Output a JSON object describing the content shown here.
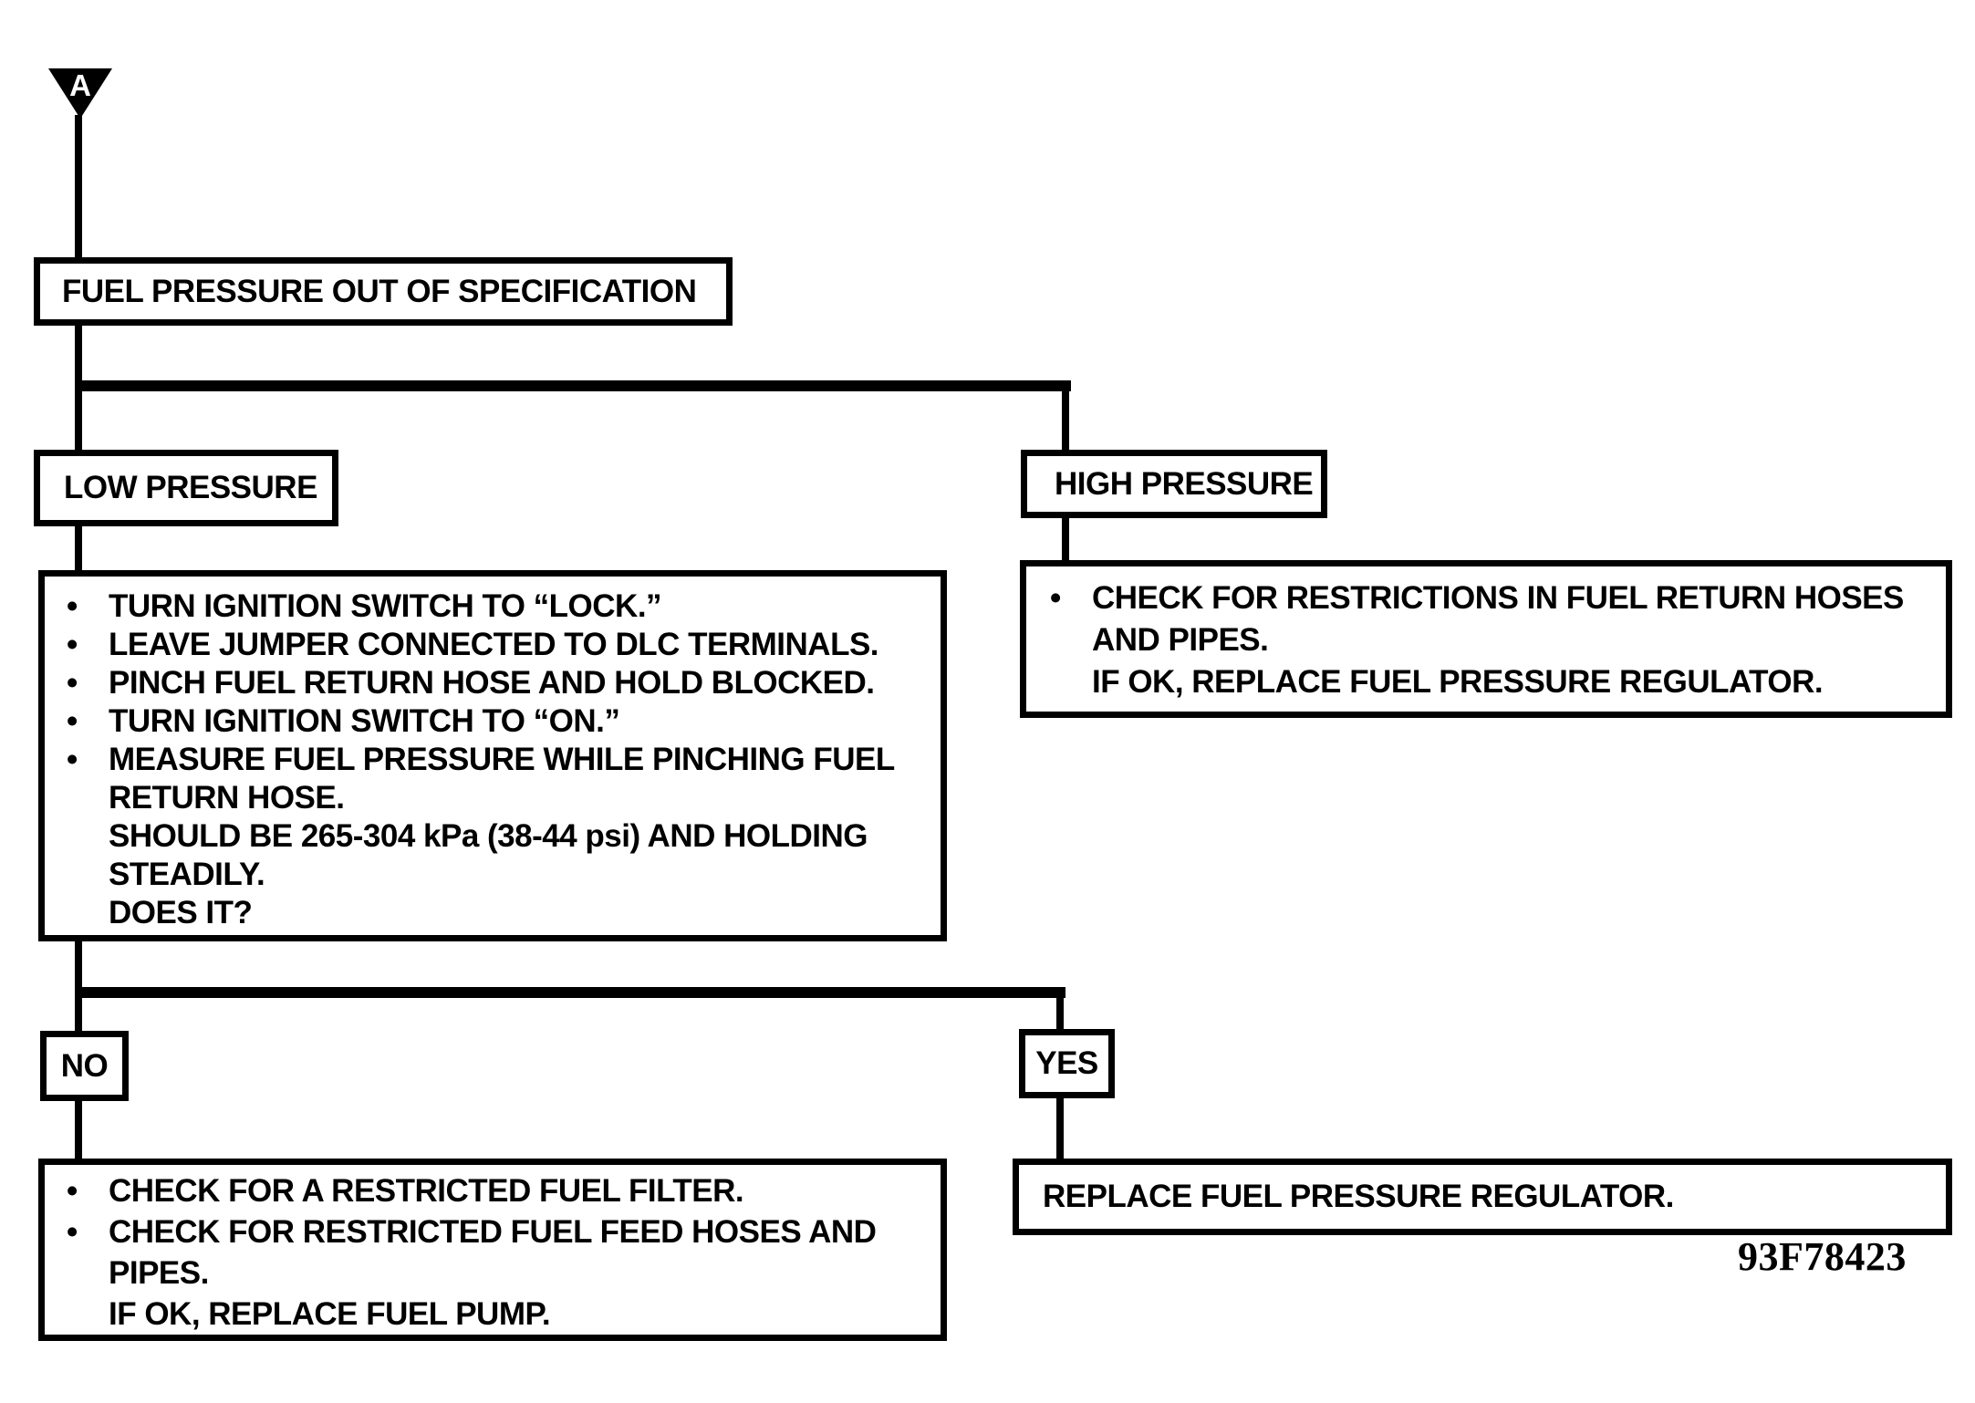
{
  "connector": {
    "label": "A"
  },
  "figure_code": "93F78423",
  "nodes": {
    "root": {
      "label": "FUEL PRESSURE OUT OF SPECIFICATION"
    },
    "low_branch": {
      "label": "LOW PRESSURE"
    },
    "high_branch": {
      "label": "HIGH PRESSURE"
    },
    "low_steps": {
      "lines": [
        {
          "bullet": "•",
          "text": "TURN IGNITION SWITCH TO “LOCK.”"
        },
        {
          "bullet": "•",
          "text": "LEAVE JUMPER CONNECTED TO DLC TERMINALS."
        },
        {
          "bullet": "•",
          "text": "PINCH FUEL RETURN HOSE AND HOLD BLOCKED."
        },
        {
          "bullet": "•",
          "text": "TURN IGNITION SWITCH TO “ON.”"
        },
        {
          "bullet": "•",
          "text": "MEASURE FUEL PRESSURE WHILE PINCHING FUEL"
        },
        {
          "bullet": "",
          "text": "RETURN HOSE."
        },
        {
          "bullet": "",
          "text": "SHOULD BE 265-304 kPa (38-44 psi) AND HOLDING"
        },
        {
          "bullet": "",
          "text": "STEADILY."
        },
        {
          "bullet": "",
          "text": "DOES IT?"
        }
      ]
    },
    "high_action": {
      "lines": [
        {
          "bullet": "•",
          "text": "CHECK FOR RESTRICTIONS IN FUEL RETURN HOSES"
        },
        {
          "bullet": "",
          "text": "AND PIPES."
        },
        {
          "bullet": "",
          "text": "IF OK, REPLACE FUEL PRESSURE REGULATOR."
        }
      ]
    },
    "no_label": {
      "label": "NO"
    },
    "yes_label": {
      "label": "YES"
    },
    "no_action": {
      "lines": [
        {
          "bullet": "•",
          "text": "CHECK FOR A RESTRICTED FUEL FILTER."
        },
        {
          "bullet": "•",
          "text": "CHECK FOR RESTRICTED FUEL FEED HOSES AND"
        },
        {
          "bullet": "",
          "text": "PIPES."
        },
        {
          "bullet": "",
          "text": "IF OK, REPLACE FUEL PUMP."
        }
      ]
    },
    "yes_action": {
      "label": "REPLACE FUEL PRESSURE REGULATOR."
    }
  }
}
